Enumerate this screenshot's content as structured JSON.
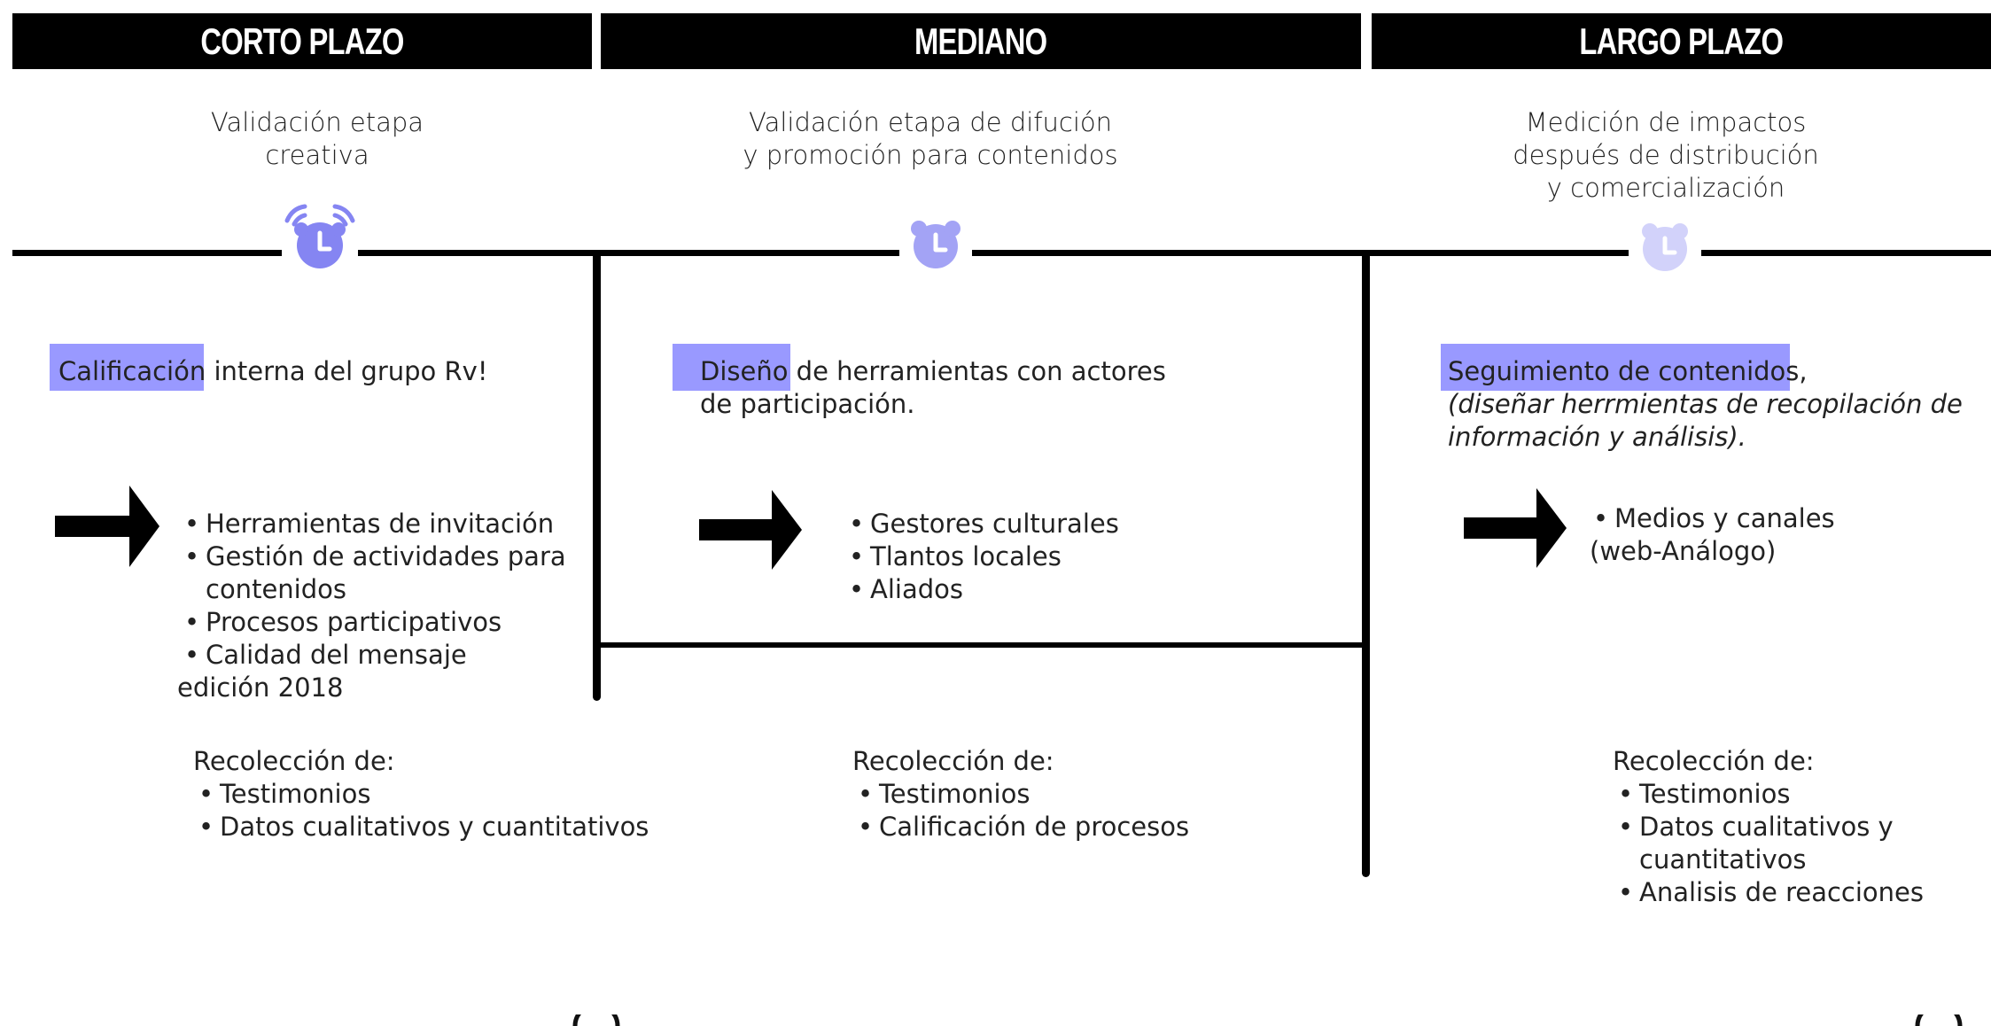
{
  "colors": {
    "accent": "#9999ff",
    "alarm_1": "#8585f2",
    "alarm_2": "#a3a3f5",
    "alarm_3": "#d2d2fa",
    "header_bg": "#000000",
    "header_text": "#ffffff"
  },
  "columns": [
    {
      "header": "CORTO PLAZO",
      "subtitle": [
        "Validación etapa",
        "creativa"
      ],
      "icon": "alarm-clock-ringing-icon",
      "highlight_text": "Calificación",
      "statement_rest": " interna del grupo Rv!",
      "statement_extra": [],
      "items": [
        "Herramientas de invitación",
        "Gestión de actividades para",
        "contenidos",
        "Procesos participativos",
        "Calidad del mensaje",
        "edición 2018"
      ],
      "collection_label": "Recolección de:",
      "collection_items": [
        "Testimonios",
        "Datos cualitativos y cuantitativos"
      ]
    },
    {
      "header": "MEDIANO",
      "subtitle": [
        "Validación etapa de difución",
        "y promoción para contenidos"
      ],
      "icon": "alarm-clock-icon",
      "highlight_text": "Diseño d",
      "statement_rest": "e herramientas con actores",
      "statement_line2": "de participación.",
      "items": [
        "Gestores culturales",
        "Tlantos locales",
        "Aliados"
      ],
      "collection_label": "Recolección de:",
      "collection_items": [
        "Testimonios",
        "Calificación de procesos"
      ]
    },
    {
      "header": "LARGO PLAZO",
      "subtitle": [
        "Medición de impactos",
        "después de distribución",
        "y comercialización"
      ],
      "icon": "alarm-clock-faded-icon",
      "highlight_text": "Seguimiento de contenidos,",
      "statement_line2": "(diseñar herrmientas de recopilación de",
      "statement_line3": "información y análisis).",
      "items": [
        "Medios y canales",
        "(web-Análogo)"
      ],
      "collection_label": "Recolección de:",
      "collection_items": [
        "Testimonios",
        "Datos cualitativos y",
        "cuantitativos",
        "Analisis de reacciones"
      ]
    }
  ]
}
